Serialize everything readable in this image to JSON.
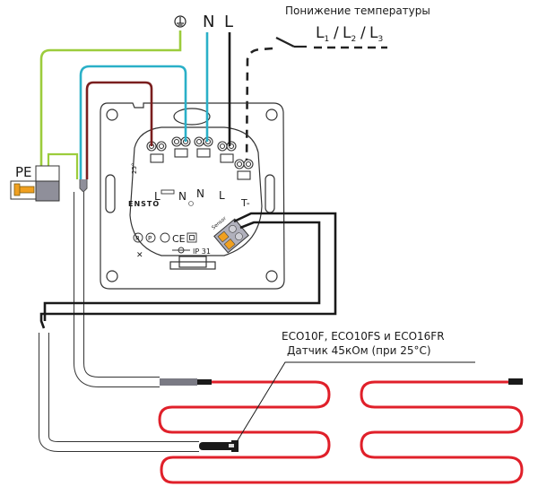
{
  "title": "Ensto ECO thermostat wiring diagram",
  "top_labels": {
    "earth_symbol": "⏚",
    "neutral": "N",
    "line": "L"
  },
  "temperature_setback": {
    "label": "Понижение температуры",
    "phase_base": "L",
    "phases": [
      "1",
      "2",
      "3"
    ],
    "separator": "/"
  },
  "pe_label": "PE",
  "device": {
    "brand": "ENSTO",
    "terminal_labels": [
      "L",
      "N",
      "N",
      "L",
      "T-"
    ],
    "sensor_label": "Sensor",
    "ip_rating": "IP 31",
    "setting_label": "25°",
    "cert_marks": [
      "R",
      "P",
      "⏚",
      "CE",
      "⧈"
    ]
  },
  "sensor_note": {
    "models": "ECO10F, ECO10FS и ECO16FR",
    "sensor_spec": "Датчик 45кОм (при 25°C)"
  },
  "colors": {
    "earth": "#9ccc3c",
    "neutral": "#2ab0c8",
    "line_in": "#1a1a1a",
    "load_line": "#7a1e1e",
    "heating_cable": "#e0202a",
    "outline": "#333333",
    "terminal_orange": "#f0a020",
    "terminal_grey": "#a8a8b0"
  }
}
